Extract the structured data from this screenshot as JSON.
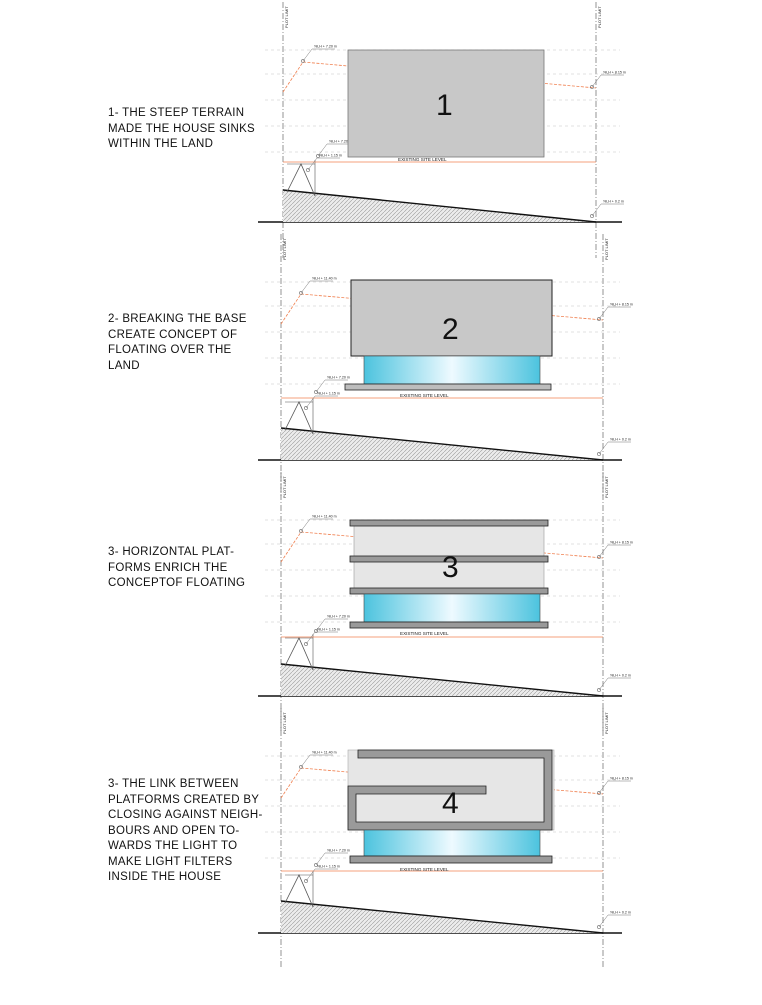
{
  "labels": {
    "plot_limit": "PLOT LIMIT",
    "existing_site_level": "EXISTING SITE LEVEL",
    "level_a": "%LH + 8.15 m",
    "level_b": "%LH + 7.20 m",
    "level_c": "%LH + 1.15 m",
    "level_d": "%LH + 0.2 m",
    "level_e": "%LH + 11.40 m"
  },
  "panels": [
    {
      "number": "1",
      "caption": "1- THE STEEP TERRAIN\nMADE THE HOUSE SINKS\nWITHIN THE LAND",
      "type": "sunk"
    },
    {
      "number": "2",
      "caption": "2- BREAKING THE BASE\nCREATE CONCEPT OF\nFLOATING OVER THE\nLAND",
      "type": "floating"
    },
    {
      "number": "3",
      "caption": "3- HORIZONTAL PLAT-\nFORMS ENRICH THE\nCONCEPTOF FLOATING",
      "type": "platforms"
    },
    {
      "number": "4",
      "caption": "3- THE LINK BETWEEN\nPLATFORMS CREATED BY\nCLOSING AGAINST NEIGH-\nBOURS AND OPEN TO-\nWARDS THE LIGHT TO\nMAKE LIGHT FILTERS\nINSIDE THE HOUSE",
      "type": "linked"
    }
  ],
  "colors": {
    "mass": "#c8c8c8",
    "mass_light": "#e6e6e6",
    "slab": "#9a9a9a",
    "glass": "#5ccfe6",
    "level_line": "#f08050",
    "ground": "#111111"
  }
}
